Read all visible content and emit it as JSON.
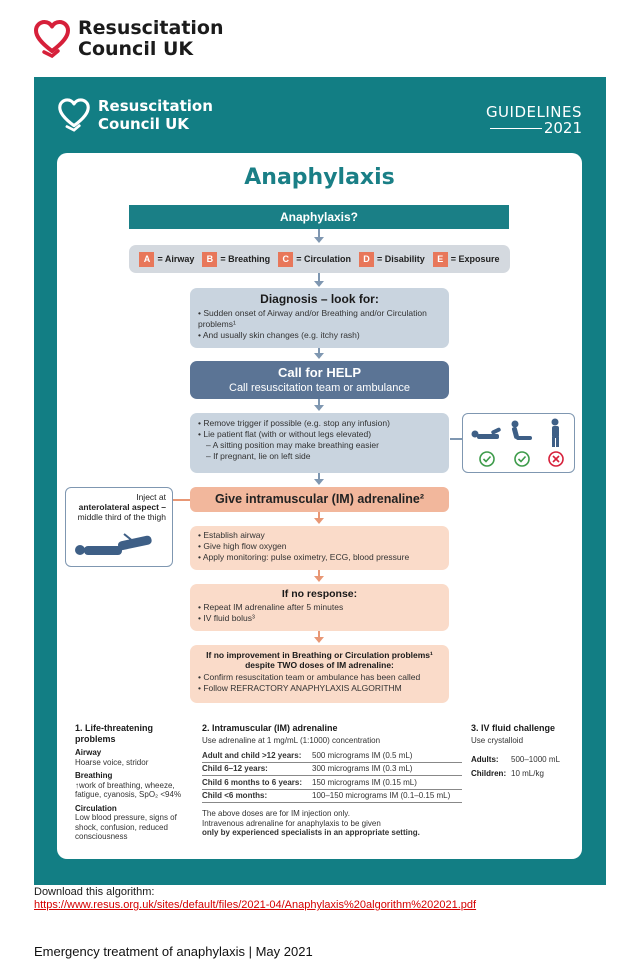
{
  "page_logo": {
    "line1": "Resuscitation",
    "line2": "Council UK"
  },
  "poster": {
    "logo": {
      "line1": "Resuscitation",
      "line2": "Council UK"
    },
    "guidelines": {
      "line1": "GUIDELINES",
      "line2": "2021"
    },
    "title": "Anaphylaxis",
    "question": "Anaphylaxis?",
    "abcde": [
      {
        "letter": "A",
        "label": "= Airway"
      },
      {
        "letter": "B",
        "label": "= Breathing"
      },
      {
        "letter": "C",
        "label": "= Circulation"
      },
      {
        "letter": "D",
        "label": "= Disability"
      },
      {
        "letter": "E",
        "label": "= Exposure"
      }
    ],
    "diagnosis": {
      "heading": "Diagnosis – look for:",
      "items": [
        "Sudden onset of Airway and/or Breathing and/or Circulation problems¹",
        "And usually skin changes (e.g. itchy rash)"
      ]
    },
    "help": {
      "line1": "Call for HELP",
      "line2": "Call resuscitation team or ambulance"
    },
    "steps": {
      "items": [
        "Remove trigger if possible (e.g. stop any infusion)",
        "Lie patient flat (with or without legs elevated)"
      ],
      "subitems": [
        "A sitting position may make breathing easier",
        "If pregnant, lie on left side"
      ]
    },
    "im_heading": "Give intramuscular (IM) adrenaline²",
    "inject": {
      "line1": "Inject at",
      "line2": "anterolateral aspect –",
      "line3": "middle third of the thigh"
    },
    "airway_items": [
      "Establish airway",
      "Give high flow oxygen",
      "Apply monitoring: pulse oximetry, ECG, blood pressure"
    ],
    "no_response": {
      "heading": "If no response:",
      "items": [
        "Repeat IM adrenaline after 5 minutes",
        "IV fluid bolus³"
      ]
    },
    "no_improvement": {
      "heading1": "If no improvement in Breathing or Circulation problems¹",
      "heading2": "despite TWO doses of IM adrenaline:",
      "items": [
        "Confirm resuscitation team or ambulance has been called",
        "Follow REFRACTORY ANAPHYLAXIS ALGORITHM"
      ]
    },
    "note1": {
      "title": "1. Life-threatening problems",
      "airway_label": "Airway",
      "airway_text": "Hoarse voice, stridor",
      "breathing_label": "Breathing",
      "breathing_text": "↑work of breathing, wheeze, fatigue, cyanosis, SpO₂ <94%",
      "circulation_label": "Circulation",
      "circulation_text": "Low blood pressure, signs of shock, confusion, reduced consciousness"
    },
    "note2": {
      "title": "2. Intramuscular (IM) adrenaline",
      "subtitle": "Use adrenaline at 1 mg/mL (1:1000) concentration",
      "doses": [
        {
          "k": "Adult and child >12 years:",
          "v": "500 micrograms IM (0.5 mL)"
        },
        {
          "k": "Child 6–12 years:",
          "v": "300 micrograms IM (0.3 mL)"
        },
        {
          "k": "Child 6 months to 6 years:",
          "v": "150 micrograms IM (0.15 mL)"
        },
        {
          "k": "Child <6 months:",
          "v": "100–150 micrograms IM (0.1–0.15 mL)"
        }
      ],
      "footer1": "The above doses are for IM injection only.",
      "footer2": "Intravenous adrenaline for anaphylaxis to be given",
      "footer3": "only by experienced specialists in an appropriate setting."
    },
    "note3": {
      "title": "3. IV fluid challenge",
      "subtitle": "Use crystalloid",
      "adults_label": "Adults:",
      "adults_val": "500–1000 mL",
      "children_label": "Children:",
      "children_val": "10 mL/kg"
    }
  },
  "download": {
    "label": "Download this algorithm:",
    "url": "https://www.resus.org.uk/sites/default/files/2021-04/Anaphylaxis%20algorithm%202021.pdf"
  },
  "footer": "Emergency treatment of anaphylaxis | May 2021",
  "colors": {
    "teal": "#127e84",
    "logo_red": "#d6203a",
    "orange": "#e8775a",
    "slate": "#5b7495"
  }
}
